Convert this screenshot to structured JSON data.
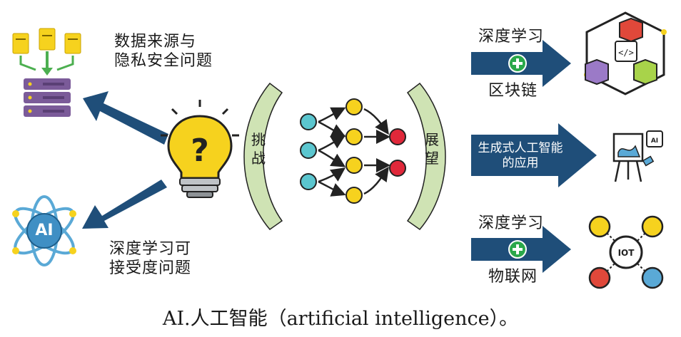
{
  "labels": {
    "data_source_privacy": [
      "数据来源与",
      "隐私安全问题"
    ],
    "deep_learning_accept": [
      "深度学习可",
      "接受度问题"
    ],
    "challenge": [
      "挑",
      "战"
    ],
    "outlook": [
      "展",
      "望"
    ],
    "top_arrow_title": "深度学习",
    "top_arrow_subtitle": "区块链",
    "mid_arrow_text": [
      "生成式人工智能",
      "的应用"
    ],
    "bottom_arrow_title": "深度学习",
    "bottom_arrow_subtitle": "物联网",
    "ai_badge": "AI",
    "iot_badge": "IOT",
    "ai_chip": "AI"
  },
  "caption": "AI.人工智能（artificial intelligence）。",
  "colors": {
    "arrow_navy": "#1f4e79",
    "arc_green": "#cfe3b4",
    "node_yellow": "#f6d21e",
    "node_cyan": "#5bc6cf",
    "node_red": "#e0283a",
    "plus_green": "#2aa84a"
  },
  "icons": [
    "data-server-icon",
    "lightbulb-question-icon",
    "ai-atom-icon",
    "neural-network-icon",
    "blockchain-cubes-icon",
    "generative-art-easel-icon",
    "iot-network-icon"
  ]
}
